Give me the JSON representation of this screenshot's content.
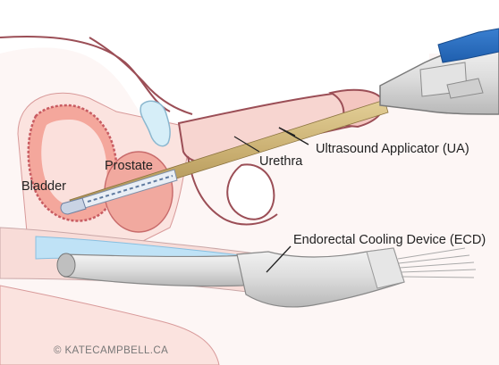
{
  "labels": {
    "bladder": "Bladder",
    "prostate": "Prostate",
    "urethra": "Urethra",
    "ua": "Ultrasound Applicator (UA)",
    "ecd": "Endorectal Cooling Device (ECD)"
  },
  "credit": "© KATECAMPBELL.CA",
  "colors": {
    "skin_outline": "#9b4e56",
    "tissue_pink": "#f3c9c4",
    "bladder_fill": "#f4a79c",
    "prostate_fill": "#f1a99f",
    "rectal_blue": "#bfe2f6",
    "applicator_gold": "#c8ad6f",
    "handle_blue": "#1f5fae",
    "device_grey": "#dcdcdc"
  }
}
